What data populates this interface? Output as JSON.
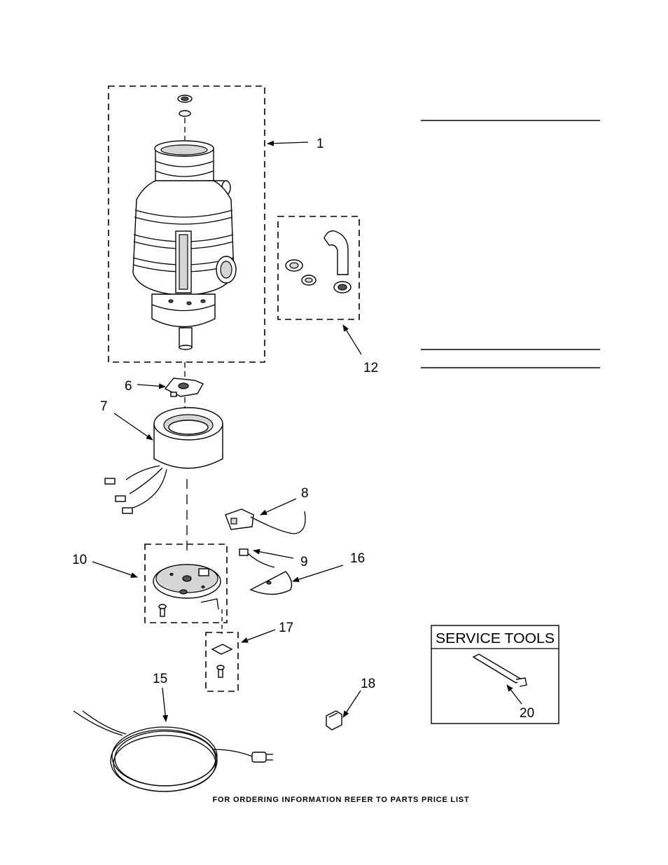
{
  "callouts": [
    "1",
    "6",
    "7",
    "8",
    "9",
    "10",
    "12",
    "15",
    "16",
    "17",
    "18",
    "20"
  ],
  "service_tools": {
    "title": "SERVICE TOOLS"
  },
  "footer": {
    "text": "FOR ORDERING INFORMATION REFER TO PARTS PRICE LIST"
  }
}
